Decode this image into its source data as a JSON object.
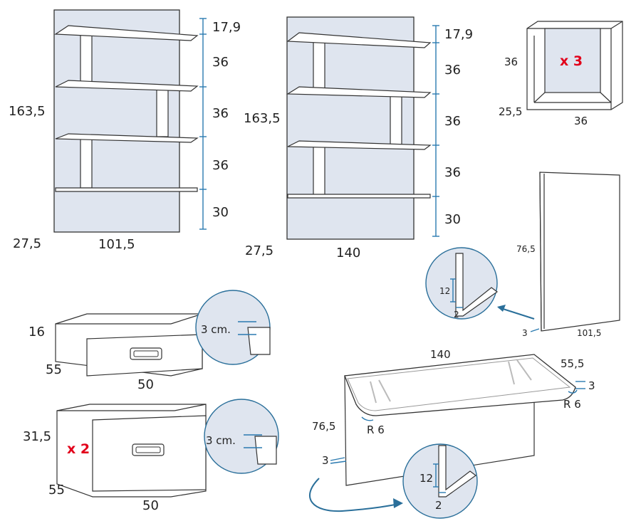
{
  "shelf_unit_small": {
    "height": "163,5",
    "depth": "27,5",
    "width": "101,5",
    "spacings": [
      "17,9",
      "36",
      "36",
      "36",
      "30"
    ]
  },
  "shelf_unit_large": {
    "height": "163,5",
    "depth": "27,5",
    "width": "140",
    "spacings": [
      "17,9",
      "36",
      "36",
      "36",
      "30"
    ]
  },
  "cube": {
    "height": "36",
    "depth": "25,5",
    "width": "36",
    "quantity": "x 3"
  },
  "tall_panel": {
    "height": "76,5",
    "width": "101,5",
    "thickness": "3",
    "detail_height": "12",
    "detail_depth": "2"
  },
  "drawer_small": {
    "height": "16",
    "depth": "55",
    "width": "50",
    "detail_label": "3 cm."
  },
  "drawer_large": {
    "height": "31,5",
    "depth": "55",
    "width": "50",
    "quantity": "x 2",
    "detail_label": "3 cm."
  },
  "desk": {
    "width": "140",
    "depth": "55,5",
    "thickness": "3",
    "radius_right": "R 6",
    "radius_left": "R 6",
    "height": "76,5",
    "side_thickness": "3",
    "detail_height": "12",
    "detail_depth": "2"
  }
}
